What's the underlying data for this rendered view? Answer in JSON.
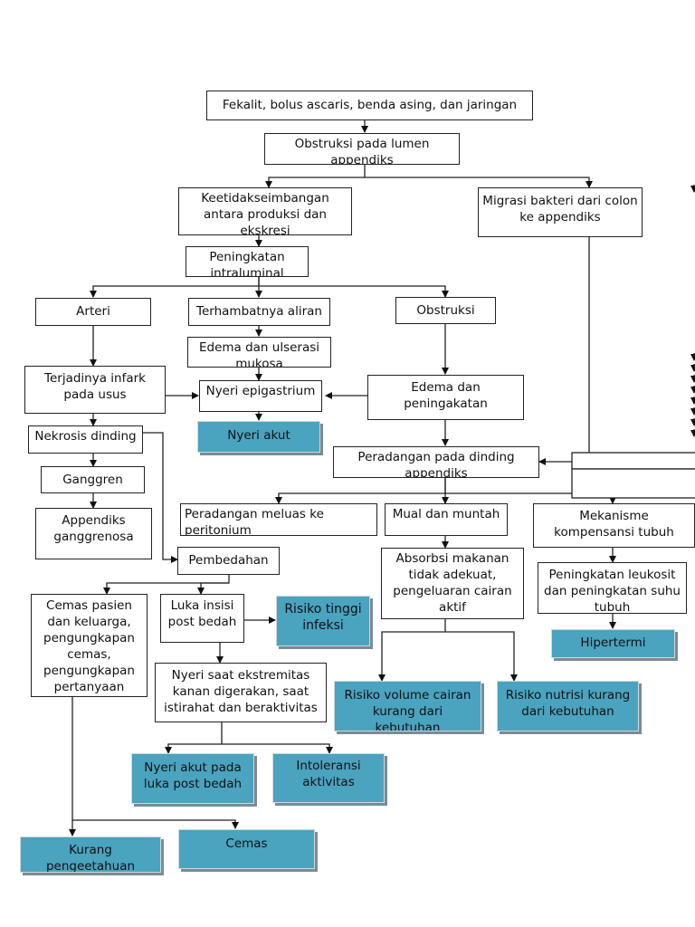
{
  "diagram": {
    "n1": "Fekalit, bolus ascaris, benda asing, dan jaringan",
    "n2": "Obstruksi pada lumen appendiks",
    "n3": "Keetidakseimbangan antara produksi dan ekskresi",
    "n4": "Migrasi bakteri dari colon ke appendiks",
    "n5": "Peningkatan intraluminal",
    "n6": "Arteri",
    "n7": "Terhambatnya aliran",
    "n8": "Obstruksi",
    "n9": "Edema dan ulserasi mukosa",
    "n10": "Terjadinya infark pada usus",
    "n11": "Nyeri epigastrium",
    "n12": "Edema dan peningakatan",
    "n13": "Nyeri akut",
    "n14": "Nekrosis dinding",
    "n15": "Peradangan pada dinding appendiks",
    "n16": "Ganggren",
    "n17": "Appendiks ganggrenosa",
    "n18": "Peradangan meluas ke peritonium",
    "n19": "Mual dan muntah",
    "n20": "Mekanisme kompensansi tubuh",
    "n21": "Pembedahan",
    "n22": "Absorbsi makanan tidak adekuat, pengeluaran cairan aktif",
    "n23": "Peningkatan leukosit dan peningkatan suhu tubuh",
    "n24": "Cemas pasien dan keluarga, pengungkapan cemas, pengungkapan pertanyaan",
    "n25": "Luka insisi post bedah",
    "n26": "Risiko tinggi infeksi",
    "n27": "Hipertermi",
    "n28": "Nyeri saat ekstremitas kanan digerakan, saat istirahat dan beraktivitas",
    "n29": "Risiko volume cairan kurang dari kebutuhan",
    "n30": "Risiko nutrisi kurang dari kebutuhan",
    "n31": "Nyeri akut pada luka post bedah",
    "n32": "Intoleransi aktivitas",
    "n33": "Kurang pengeetahuan",
    "n34": "Cemas"
  }
}
